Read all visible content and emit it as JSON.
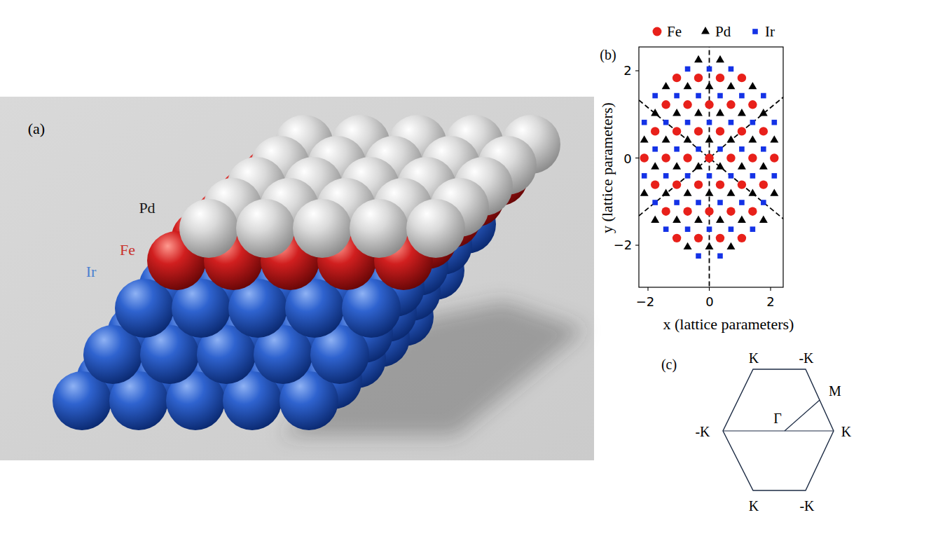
{
  "diagram": {
    "labels": [
      "(a)",
      "Pd",
      "Fe",
      "Ir",
      "(b)",
      "y (lattice parameters)",
      "2",
      "0",
      "−2",
      "−2",
      "0",
      "2",
      "x (lattice parameters)",
      "(c)",
      "K",
      "-K",
      "M",
      "Γ",
      "-K",
      "K",
      "K",
      "-K"
    ],
    "legend": [
      {
        "text": "Fe"
      },
      {
        "text": "Pd"
      },
      {
        "text": "Ir"
      }
    ]
  }
}
